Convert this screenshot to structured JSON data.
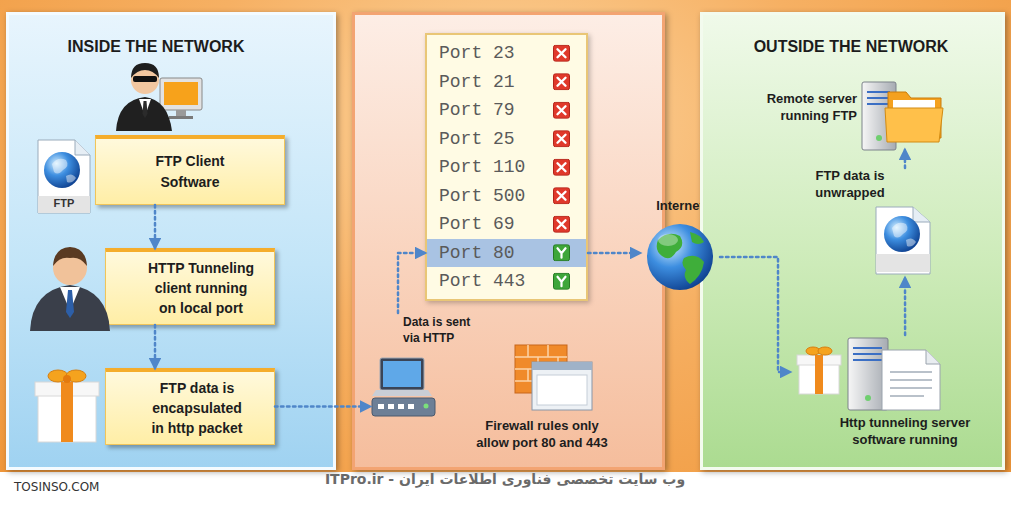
{
  "diagram": {
    "nodes": [
      {
        "text": [
          "INSIDE THE NETWORK"
        ]
      },
      {
        "text": [
          "FTP Client Software"
        ],
        "in": 0
      },
      {
        "text": [
          "HTTP Tunneling client running on local port"
        ],
        "in": 0
      },
      {
        "text": [
          "FTP data is encapsulated in http packet"
        ],
        "in": 0
      },
      {
        "text": [
          "Data is sent via HTTP"
        ]
      },
      {
        "text": [
          "Port 23",
          "Port 21",
          "Port 79",
          "Port 25",
          "Port 110",
          "Port 500",
          "Port 69",
          "Port 80",
          "Port 443"
        ]
      },
      {
        "text": [
          "Firewall rules only allow port 80 and 443"
        ]
      },
      {
        "text": [
          "Internet"
        ]
      },
      {
        "text": [
          "OUTSIDE THE NETWORK"
        ]
      },
      {
        "text": [
          "Remote server running FTP"
        ],
        "in": 8
      },
      {
        "text": [
          "FTP data is unwrapped",
          "FTP"
        ],
        "in": 8
      },
      {
        "text": [
          "Http tunneling server software running"
        ],
        "in": 8
      }
    ],
    "edges": [
      {
        "from": 1,
        "to": 2,
        "arrow": "to"
      },
      {
        "from": 2,
        "to": 3,
        "arrow": "to"
      },
      {
        "from": 3,
        "to": 4,
        "arrow": "to"
      },
      {
        "from": 4,
        "to": 5,
        "arrow": "to"
      },
      {
        "from": 5,
        "to": 7,
        "arrow": "to"
      },
      {
        "from": 7,
        "to": 11,
        "arrow": "to"
      },
      {
        "from": 11,
        "to": 10,
        "arrow": "to"
      },
      {
        "from": 10,
        "to": 9,
        "arrow": "to"
      }
    ],
    "labels": [
      "FTP",
      "TOSINSO.COM",
      "ITPro.ir - وب سایت تخصصی فناوری اطلاعات ایران"
    ]
  }
}
